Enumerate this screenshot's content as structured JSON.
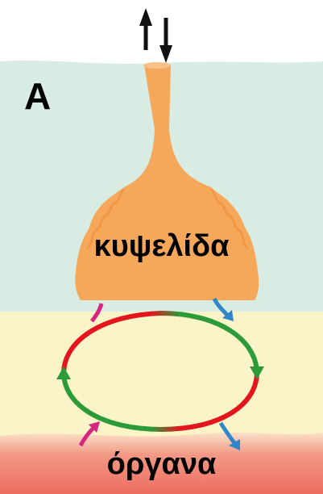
{
  "panel_label": "A",
  "gland_label": "κυψελίδα",
  "organ_label": "όργανα",
  "colors": {
    "upper_layer": "#d9ece4",
    "middle_layer": "#fbf4c8",
    "lower_layer": "#f27b6b",
    "gland": "#f6a85a",
    "loop_red": "#e3161d",
    "loop_green": "#2b9b3a",
    "arrow_magenta": "#d62680",
    "arrow_blue": "#2f86c8"
  },
  "icons": [
    "up-arrow-icon",
    "down-arrow-icon"
  ]
}
